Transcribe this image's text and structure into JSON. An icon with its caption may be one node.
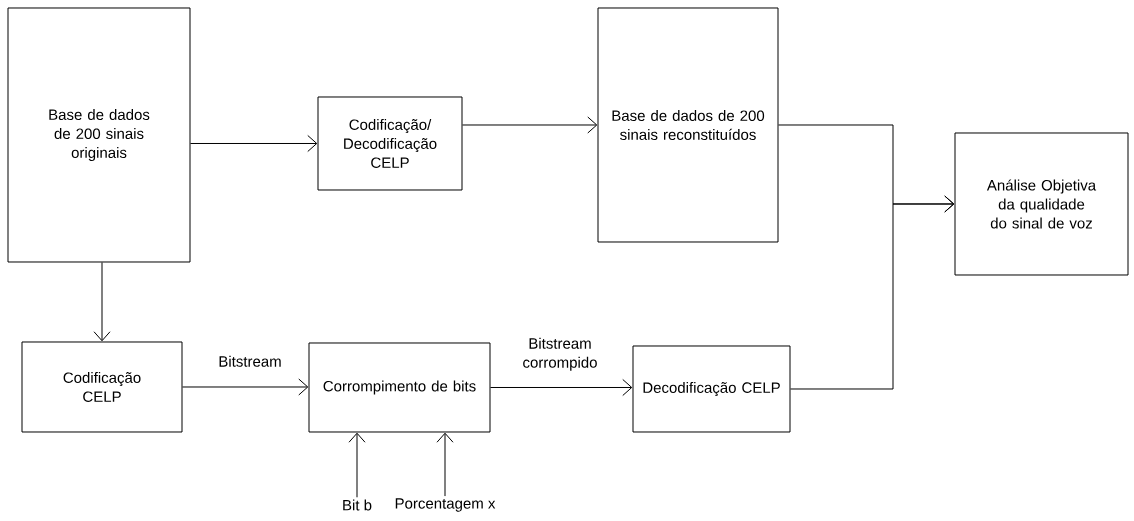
{
  "diagram": {
    "nodes": [
      {
        "text": [
          "Base de dados de 200 sinais originais"
        ]
      },
      {
        "text": [
          "Codificação/ Decodificação CELP"
        ]
      },
      {
        "text": [
          "Base de dados de 200 sinais reconstituídos"
        ]
      },
      {
        "text": [
          "Análise Objetiva da qualidade do sinal de voz"
        ]
      },
      {
        "text": [
          "Codificação CELP"
        ]
      },
      {
        "text": [
          "Corrompimento de bits"
        ]
      },
      {
        "text": [
          "Decodificação CELP"
        ]
      },
      {
        "text": [
          "Bit b"
        ]
      },
      {
        "text": [
          "Porcentagem x"
        ]
      }
    ],
    "edges": [
      {
        "from": 0,
        "to": 1,
        "arrow": "to"
      },
      {
        "from": 1,
        "to": 2,
        "arrow": "to"
      },
      {
        "from": 0,
        "to": 4,
        "arrow": "to"
      },
      {
        "from": 4,
        "to": 5,
        "arrow": "to",
        "label": "Bitstream"
      },
      {
        "from": 5,
        "to": 6,
        "arrow": "to",
        "label": "Bitstream corrompido"
      },
      {
        "from": 2,
        "to": 3,
        "arrow": "to"
      },
      {
        "from": 6,
        "to": 3,
        "arrow": "to"
      },
      {
        "from": 7,
        "to": 5,
        "arrow": "to"
      },
      {
        "from": 8,
        "to": 5,
        "arrow": "to"
      }
    ]
  }
}
